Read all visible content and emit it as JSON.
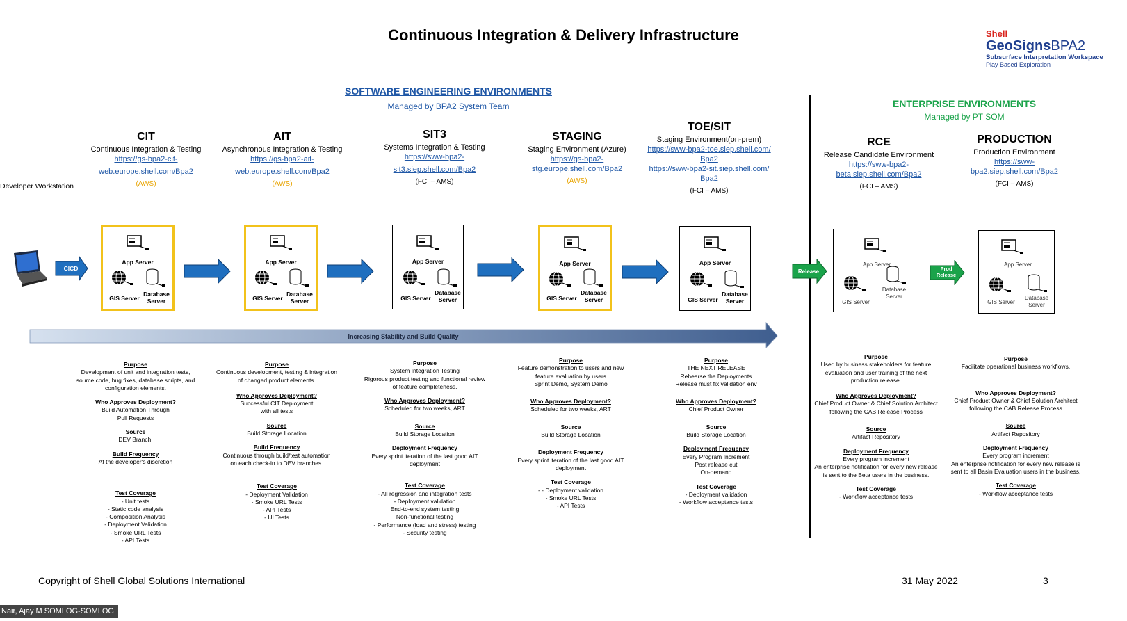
{
  "title": "Continuous Integration & Delivery Infrastructure",
  "logo": {
    "shell": "Shell",
    "brand": "GeoSigns",
    "brand_suffix": "BPA2",
    "subtitle": "Subsurface Interpretation Workspace",
    "subtitle2": "Play Based Exploration"
  },
  "software": {
    "heading": "SOFTWARE ENGINEERING ENVIRONMENTS",
    "sub": "Managed by BPA2 System Team"
  },
  "enterprise": {
    "heading": "ENTERPRISE ENVIRONMENTS",
    "sub": "Managed by PT SOM"
  },
  "developer_label": "Developer Workstation",
  "flow": {
    "cicd": "CICD",
    "release": "Release",
    "prod_release_1": "Prod",
    "prod_release_2": "Release"
  },
  "stability_label": "Increasing Stability and Build Quality",
  "server_labels": {
    "app": "App Server",
    "gis": "GIS Server",
    "db1": "Database",
    "db2": "Server"
  },
  "envs": [
    {
      "name": "CIT",
      "desc": "Continuous Integration & Testing",
      "url1": "https://gs-bpa2-cit-",
      "url2": "web.europe.shell.com/Bpa2",
      "host": "(AWS)",
      "loc": ""
    },
    {
      "name": "AIT",
      "desc": "Asynchronous Integration & Testing",
      "url1": "https://gs-bpa2-ait-",
      "url2": "web.europe.shell.com/Bpa2",
      "host": "(AWS)",
      "loc": ""
    },
    {
      "name": "SIT3",
      "desc": "Systems Integration & Testing",
      "url1": "https://sww-bpa2-",
      "url2": "sit3.siep.shell.com/Bpa2",
      "host": "",
      "loc": "(FCI – AMS)"
    },
    {
      "name": "STAGING",
      "desc": "Staging Environment (Azure)",
      "url1": "https://gs-bpa2-",
      "url2": "stg.europe.shell.com/Bpa2",
      "host": "(AWS)",
      "loc": ""
    },
    {
      "name": "TOE/SIT",
      "desc": "Staging Environment(on-prem)",
      "url1": "https://sww-bpa2-toe.siep.shell.com/",
      "url2": "Bpa2",
      "url3": "https://sww-bpa2-sit.siep.shell.com/",
      "url4": "Bpa2",
      "host": "",
      "loc": "(FCI – AMS)"
    },
    {
      "name": "RCE",
      "desc": "Release Candidate Environment",
      "url1": "https://sww-bpa2-beta.siep.shell.com/Bpa2",
      "url2": "",
      "host": "",
      "loc": "(FCI – AMS)"
    },
    {
      "name": "PRODUCTION",
      "desc": "Production Environment",
      "url1": "https://sww-bpa2.siep.shell.com/Bpa2",
      "url2": "",
      "host": "",
      "loc": "(FCI – AMS)"
    }
  ],
  "info": [
    {
      "purpose_h": "Purpose",
      "purpose": [
        "Development of unit and integration tests,",
        "source code, bug fixes, database scripts, and",
        "configuration elements."
      ],
      "approve_h": "Who Approves Deployment?",
      "approve": [
        "Build Automation Through",
        "Pull Requests"
      ],
      "source_h": "Source",
      "source": [
        "DEV Branch."
      ],
      "freq_h": "Build Frequency",
      "freq": [
        "At the developer's discretion"
      ],
      "test_h": "Test Coverage",
      "test": [
        "- Unit tests",
        "- Static code analysis",
        "- Composition Analysis",
        "- Deployment Validation",
        "- Smoke URL Tests",
        "- API Tests"
      ]
    },
    {
      "purpose_h": "Purpose",
      "purpose": [
        "Continuous development, testing & integration",
        "of changed product elements."
      ],
      "approve_h": "Who Approves Deployment?",
      "approve": [
        "Successful CIT Deployment",
        "with all tests"
      ],
      "source_h": "Source",
      "source": [
        "Build Storage Location"
      ],
      "freq_h": "Build Frequency",
      "freq": [
        "Continuous through build/test automation",
        "on each check-in to DEV branches."
      ],
      "test_h": "Test Coverage",
      "test": [
        "- Deployment Validation",
        "- Smoke URL Tests",
        "- API Tests",
        "- UI Tests"
      ]
    },
    {
      "purpose_h": "Purpose",
      "purpose": [
        "System Integration Testing",
        "Rigorous product testing and functional review",
        "of feature completeness."
      ],
      "approve_h": "Who Approves Deployment?",
      "approve": [
        "Scheduled for two weeks, ART"
      ],
      "source_h": "Source",
      "source": [
        "Build Storage Location"
      ],
      "freq_h": "Deployment Frequency",
      "freq": [
        "Every sprint iteration of the last good AIT",
        "deployment"
      ],
      "test_h": "Test Coverage",
      "test": [
        "- All regression and integration tests",
        "- Deployment validation",
        "End-to-end system testing",
        "Non-functional testing",
        "- Performance (load and stress) testing",
        "- Security testing"
      ]
    },
    {
      "purpose_h": "Purpose",
      "purpose": [
        "Feature demonstration to users  and new",
        "feature evaluation by users",
        "Sprint Demo, System Demo"
      ],
      "approve_h": "Who Approves Deployment?",
      "approve": [
        "Scheduled for two weeks, ART"
      ],
      "source_h": "Source",
      "source": [
        "Build Storage Location"
      ],
      "freq_h": "Deployment Frequency",
      "freq": [
        "Every sprint iteration of the last good AIT",
        "deployment"
      ],
      "test_h": "Test Coverage",
      "test": [
        "- - Deployment validation",
        "- Smoke URL Tests",
        "- API Tests"
      ]
    },
    {
      "purpose_h": "Purpose",
      "purpose": [
        "THE NEXT RELEASE",
        "Rehearse the Deployments",
        "Release must fix validation env"
      ],
      "approve_h": "Who Approves Deployment?",
      "approve": [
        "Chief Product Owner"
      ],
      "source_h": "Source",
      "source": [
        "Build Storage Location"
      ],
      "freq_h": "Deployment Frequency",
      "freq": [
        "Every Program Increment",
        "Post release cut",
        "On-demand"
      ],
      "test_h": "Test Coverage",
      "test": [
        "- Deployment validation",
        "- Workflow acceptance tests"
      ]
    },
    {
      "purpose_h": "Purpose",
      "purpose": [
        "Used by business stakeholders for feature",
        "evaluation and user training of the next",
        "production release."
      ],
      "approve_h": "Who Approves Deployment?",
      "approve": [
        "Chief Product Owner & Chief Solution Architect",
        "following the CAB Release Process"
      ],
      "source_h": "Source",
      "source": [
        "Artifact Repository"
      ],
      "freq_h": "Deployment Frequency",
      "freq": [
        "Every program increment",
        "An enterprise notification for every new release",
        "is sent to the Beta users in the business."
      ],
      "test_h": "Test Coverage",
      "test": [
        "- Workflow acceptance tests"
      ]
    },
    {
      "purpose_h": "Purpose",
      "purpose": [
        "Facilitate operational business workflows."
      ],
      "approve_h": "Who Approves Deployment?",
      "approve": [
        "Chief Product Owner & Chief Solution Architect",
        "following the CAB Release Process"
      ],
      "source_h": "Source",
      "source": [
        "Artifact Repository"
      ],
      "freq_h": "Deployment Frequency",
      "freq": [
        "Every program increment",
        "An enterprise notification for every new release is",
        "sent to all Basin Evaluation users in the business."
      ],
      "test_h": "Test Coverage",
      "test": [
        "- Workflow acceptance tests"
      ]
    }
  ],
  "footer": {
    "copyright": "Copyright of Shell Global Solutions International",
    "date": "31 May 2022",
    "page": "3"
  },
  "user": "Nair, Ajay M SOMLOG-SOMLOG"
}
